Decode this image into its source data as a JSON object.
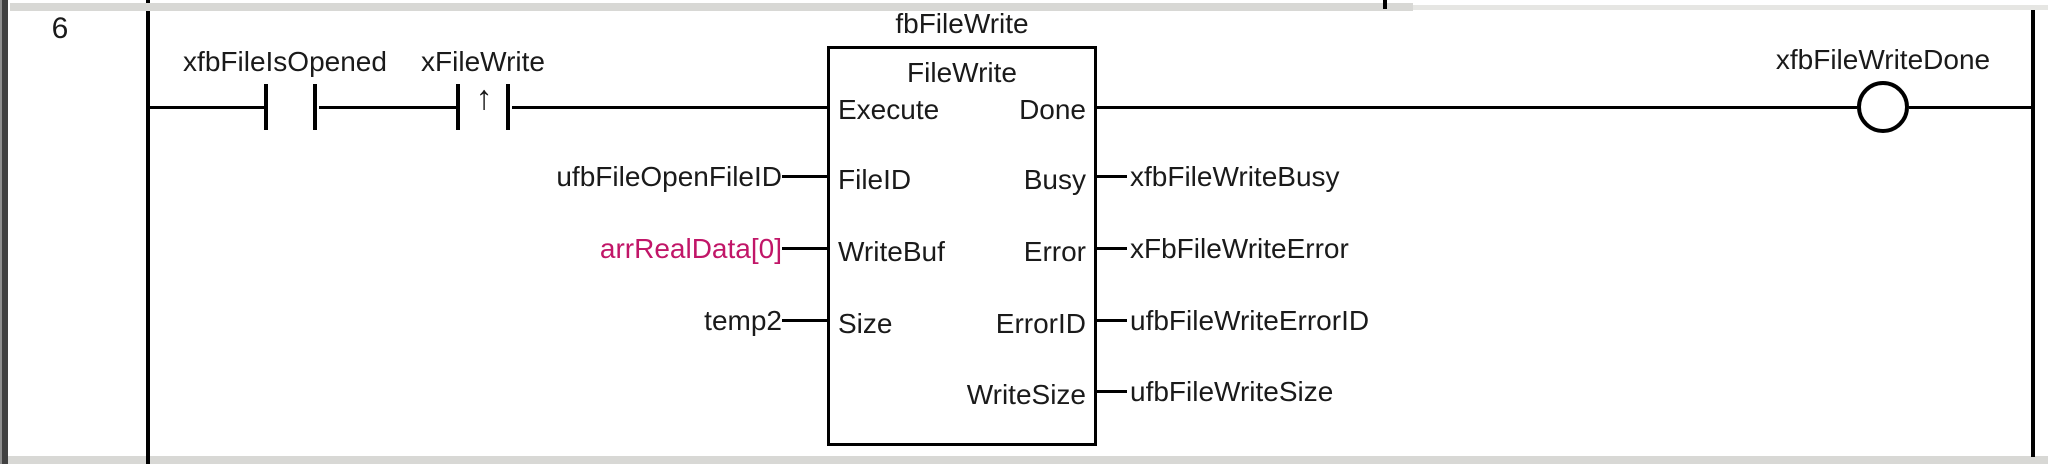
{
  "rung": {
    "number": "6"
  },
  "contacts": [
    {
      "label": "xfbFileIsOpened",
      "type": "normally-open"
    },
    {
      "label": "xFileWrite",
      "type": "rising-edge",
      "arrow_glyph": "↑"
    }
  ],
  "block": {
    "instance_name": "fbFileWrite",
    "type_name": "FileWrite",
    "inputs": [
      {
        "pin": "Execute",
        "operand": ""
      },
      {
        "pin": "FileID",
        "operand": "ufbFileOpenFileID"
      },
      {
        "pin": "WriteBuf",
        "operand": "arrRealData[0]"
      },
      {
        "pin": "Size",
        "operand": "temp2"
      }
    ],
    "outputs": [
      {
        "pin": "Done",
        "operand": ""
      },
      {
        "pin": "Busy",
        "operand": "xfbFileWriteBusy"
      },
      {
        "pin": "Error",
        "operand": "xFbFileWriteError"
      },
      {
        "pin": "ErrorID",
        "operand": "ufbFileWriteErrorID"
      },
      {
        "pin": "WriteSize",
        "operand": "ufbFileWriteSize"
      }
    ]
  },
  "coil": {
    "label": "xfbFileWriteDone"
  },
  "colors": {
    "array_operand_accent": "#c11668",
    "line_black": "#000000",
    "separator_gray": "#d8d8d5",
    "text_black": "#1a1a1a"
  }
}
